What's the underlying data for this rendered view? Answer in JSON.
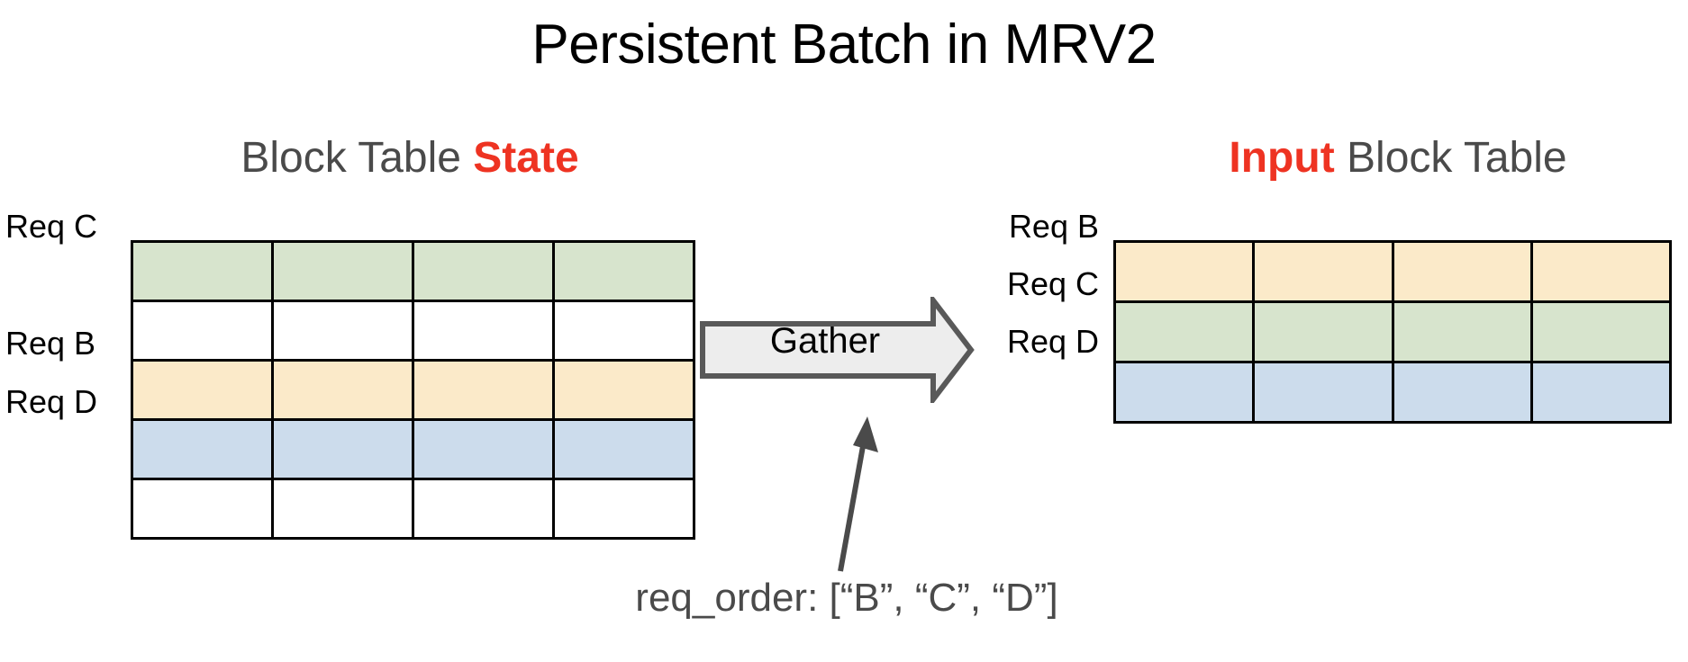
{
  "slide": {
    "title": "Persistent Batch in MRV2",
    "background_color": "#ffffff"
  },
  "colors": {
    "accent_red": "#ee3322",
    "heading_gray": "#4a4a4a",
    "text_black": "#000000",
    "cell_green": "#d7e4cd",
    "cell_yellow": "#fbeac9",
    "cell_blue": "#ccdcec",
    "cell_white": "#ffffff",
    "grid_line": "#000000",
    "arrow_fill": "#ededed",
    "arrow_stroke": "#595959"
  },
  "left_panel": {
    "heading_prefix": "Block Table ",
    "heading_accent": "State",
    "table": {
      "columns": 4,
      "rows": [
        {
          "label": "Req C",
          "color_key": "cell_green",
          "occupied": true
        },
        {
          "label": "",
          "color_key": "cell_white",
          "occupied": false
        },
        {
          "label": "Req B",
          "color_key": "cell_yellow",
          "occupied": true
        },
        {
          "label": "Req D",
          "color_key": "cell_blue",
          "occupied": true
        },
        {
          "label": "",
          "color_key": "cell_white",
          "occupied": false
        }
      ]
    }
  },
  "right_panel": {
    "heading_accent": "Input",
    "heading_suffix": " Block Table",
    "table": {
      "columns": 4,
      "rows": [
        {
          "label": "Req B",
          "color_key": "cell_yellow",
          "occupied": true
        },
        {
          "label": "Req C",
          "color_key": "cell_green",
          "occupied": true
        },
        {
          "label": "Req D",
          "color_key": "cell_blue",
          "occupied": true
        }
      ]
    }
  },
  "gather": {
    "label": "Gather"
  },
  "caption": {
    "text": "req_order: [“B”, “C”, “D”]"
  }
}
